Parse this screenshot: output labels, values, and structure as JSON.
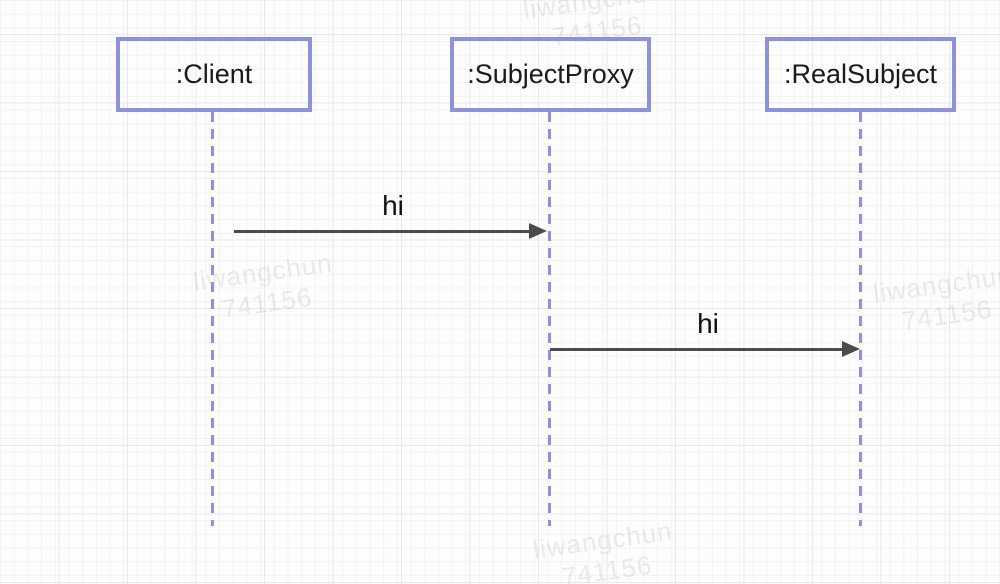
{
  "diagram": {
    "type": "uml-sequence-diagram",
    "actors": [
      {
        "label": ":Client"
      },
      {
        "label": ":SubjectProxy"
      },
      {
        "label": ":RealSubject"
      }
    ],
    "messages": [
      {
        "from": ":Client",
        "to": ":SubjectProxy",
        "label": "hi",
        "style": "solid-arrow"
      },
      {
        "from": ":SubjectProxy",
        "to": ":RealSubject",
        "label": "hi",
        "style": "solid-arrow"
      }
    ]
  },
  "watermark": {
    "line1": "liwangchun",
    "line2": "741156"
  },
  "colors": {
    "background": "#fdfdfd",
    "grid_minor": "#f2f2f2",
    "grid_major": "#e8e8e8",
    "shape_border": "#8e91e1",
    "arrow": "#4b4b4b",
    "text": "#1b1b1b"
  }
}
